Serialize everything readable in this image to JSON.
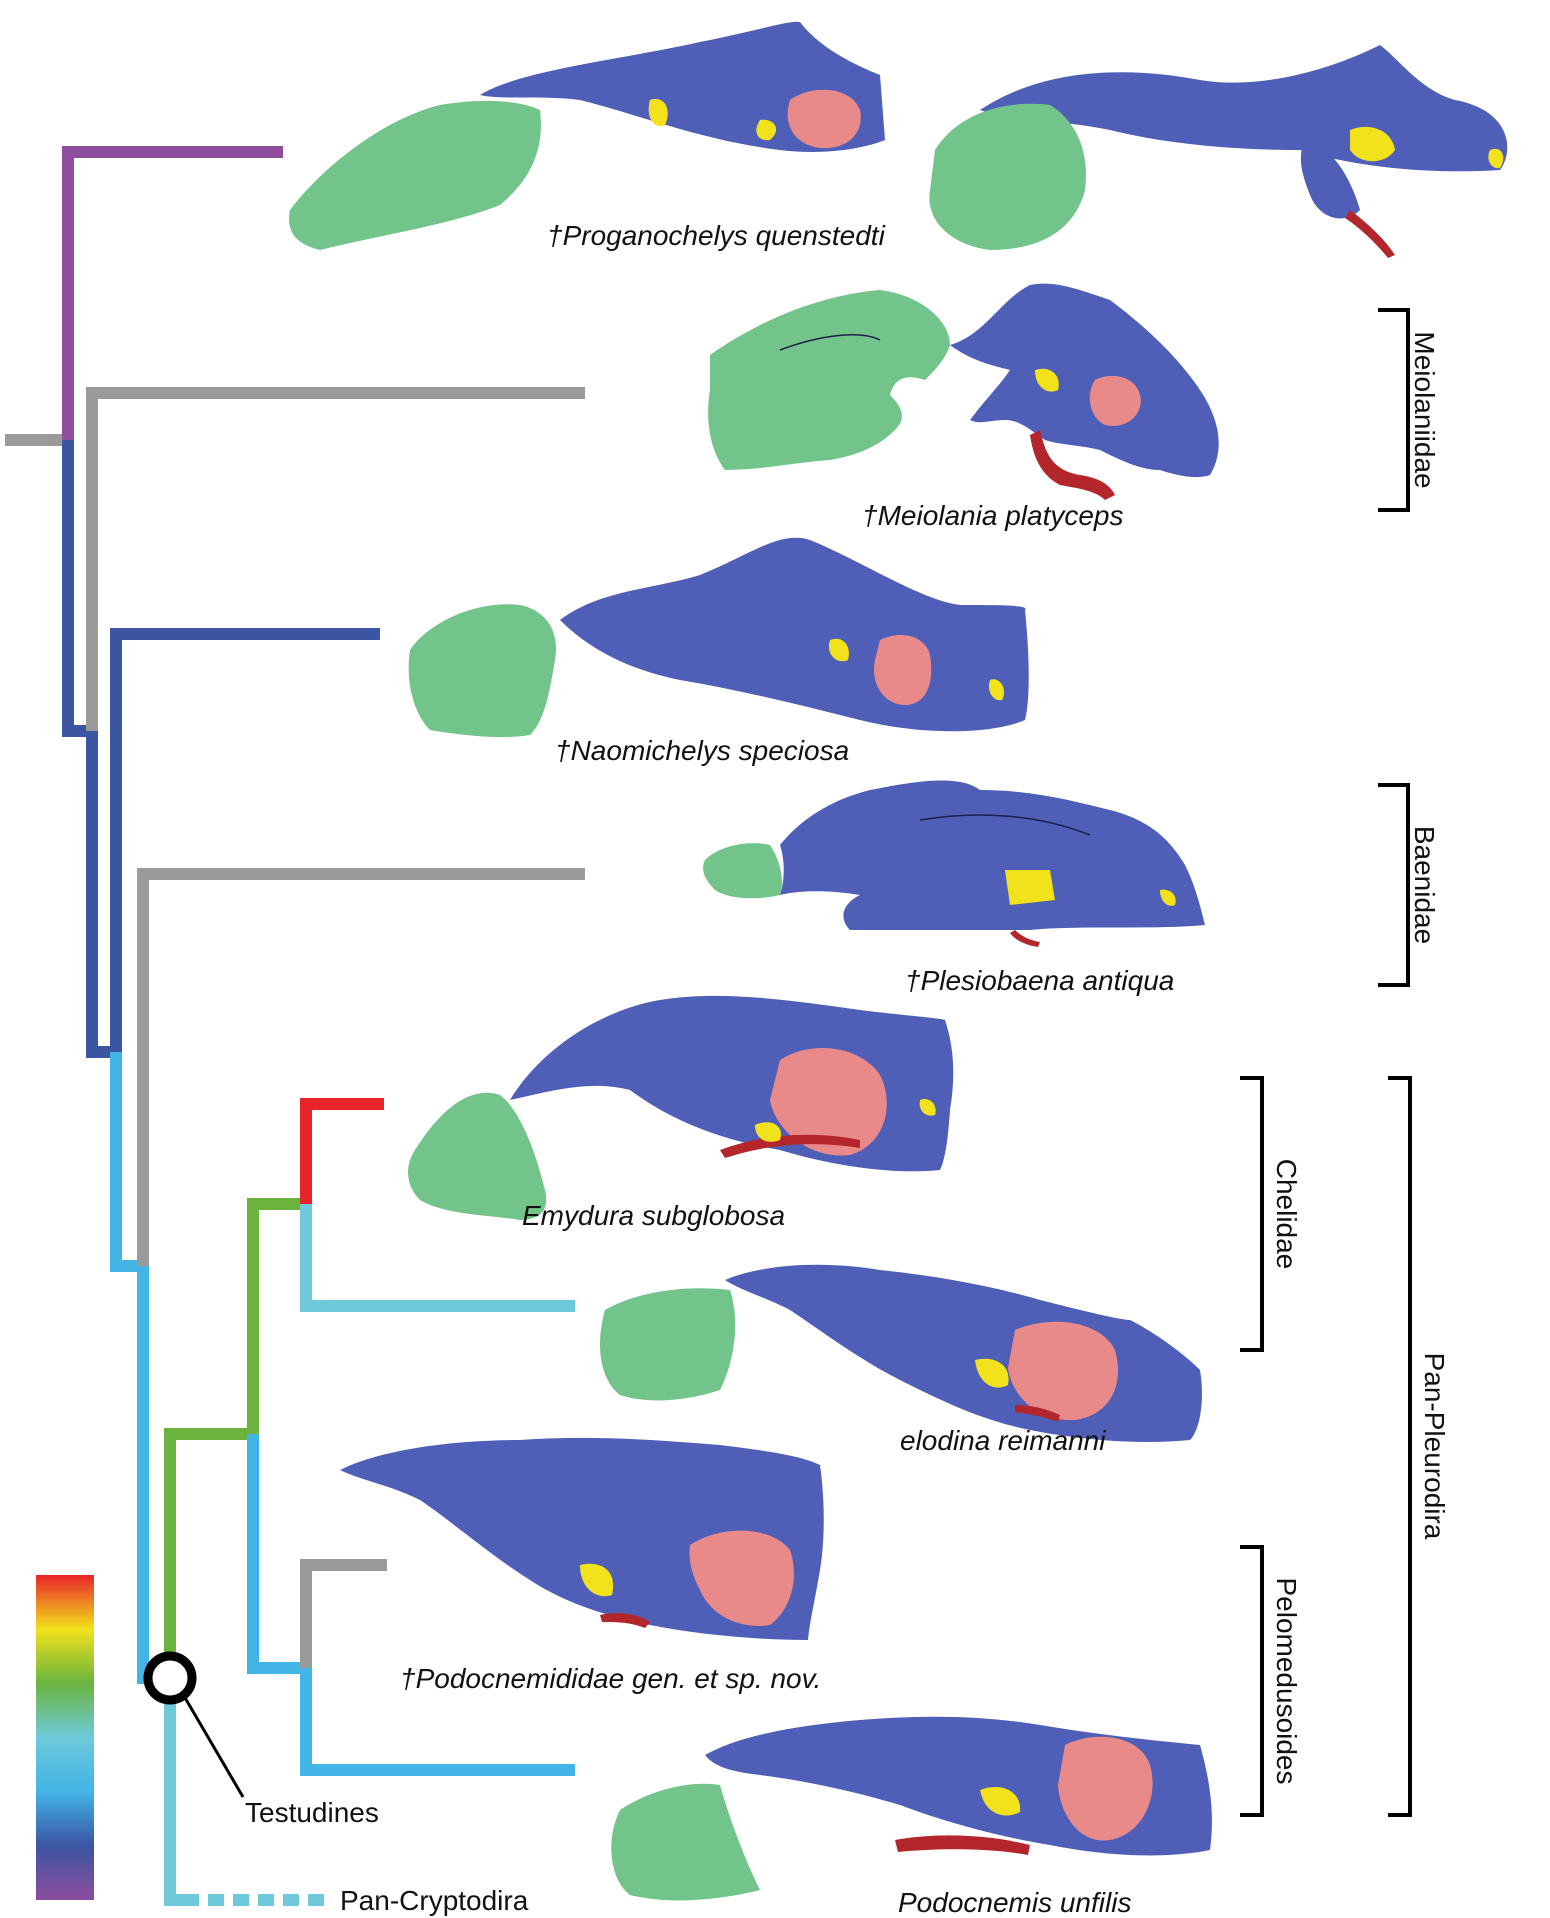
{
  "colors": {
    "stem_gray": "#9a9a9a",
    "purple": "#8e4d9e",
    "dark_blue": "#3b55a3",
    "sky_blue": "#42b4e6",
    "green": "#6ab43e",
    "red": "#e8242a",
    "pale_blue": "#6ecadb",
    "endocast_blue": "#4f5fb8",
    "cavum_green": "#73c48a",
    "inner_ear_pink": "#e88a8a",
    "nerve_yellow": "#f2e21b",
    "artery_red": "#b3262b"
  },
  "taxa": [
    {
      "id": "proganochelys",
      "label": "†Proganochelys quenstedti"
    },
    {
      "id": "meiolania",
      "label": "†Meiolania platyceps"
    },
    {
      "id": "naomichelys",
      "label": "†Naomichelys speciosa"
    },
    {
      "id": "plesiobaena",
      "label": "†Plesiobaena antiqua"
    },
    {
      "id": "emydura",
      "label": "Emydura subglobosa"
    },
    {
      "id": "elseya",
      "label": "elodina reimanni"
    },
    {
      "id": "podocnemidid",
      "label": "†Podocnemididae gen. et sp. nov."
    },
    {
      "id": "podocnemis",
      "label": "Podocnemis unfilis"
    }
  ],
  "clades": {
    "meiolaniidae": "Meiolaniidae",
    "baenidae": "Baenidae",
    "chelidae": "Chelidae",
    "pelomedusoides": "Pelomedusoides",
    "pan_pleurodira": "Pan-Pleurodira"
  },
  "nodes": {
    "testudines": "Testudines",
    "pan_cryptodira": "Pan-Cryptodira"
  },
  "colorbar": {
    "stops": [
      "#8e4d9e",
      "#3b55a3",
      "#42b4e6",
      "#6ecadb",
      "#6ab43e",
      "#f2e21b",
      "#e8242a"
    ]
  }
}
